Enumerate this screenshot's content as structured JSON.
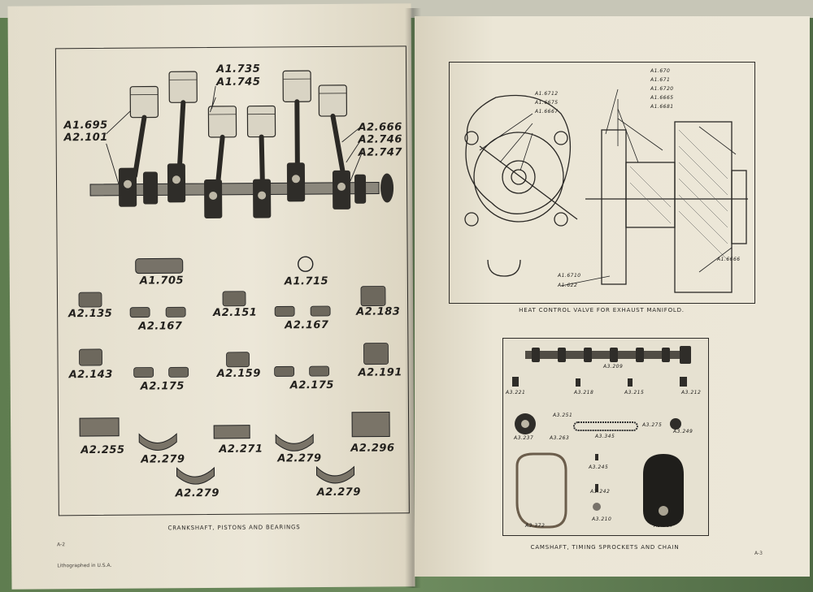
{
  "left_page": {
    "caption": "CRANKSHAFT, PISTONS AND BEARINGS",
    "page_number": "A-2",
    "imprint": "Lithographed in U.S.A.",
    "crank_labels": {
      "a1_735": "A1.735",
      "a1_745": "A1.745",
      "a1_695": "A1.695",
      "a2_101": "A2.101",
      "a2_666": "A2.666",
      "a2_746": "A2.746",
      "a2_747": "A2.747"
    },
    "part_labels": {
      "a1_705": "A1.705",
      "a1_715": "A1.715",
      "a2_135": "A2.135",
      "a2_167a": "A2.167",
      "a2_151": "A2.151",
      "a2_167b": "A2.167",
      "a2_183": "A2.183",
      "a2_143": "A2.143",
      "a2_175a": "A2.175",
      "a2_159": "A2.159",
      "a2_175b": "A2.175",
      "a2_191": "A2.191",
      "a2_255": "A2.255",
      "a2_279a": "A2.279",
      "a2_271": "A2.271",
      "a2_279b": "A2.279",
      "a2_296": "A2.296",
      "a2_279c": "A2.279",
      "a2_279d": "A2.279"
    }
  },
  "right_page": {
    "top_caption": "HEAT CONTROL VALVE FOR EXHAUST MANIFOLD.",
    "bottom_caption": "CAMSHAFT, TIMING SPROCKETS AND CHAIN",
    "page_number": "A-3",
    "valve_labels": {
      "a1_670": "A1.670",
      "a1_671": "A1.671",
      "a1_6720": "A1.6720",
      "a1_6665": "A1.6665",
      "a1_6681": "A1.6681",
      "a1_6712": "A1.6712",
      "a1_6675": "A1.6675",
      "a1_6667": "A1.6667",
      "a1_6710": "A1.6710",
      "a1_622": "A1.622",
      "a1_6666": "A1.6666"
    },
    "cam_labels": {
      "a3_209": "A3.209",
      "a3_221": "A3.221",
      "a3_218": "A3.218",
      "a3_215": "A3.215",
      "a3_212": "A3.212",
      "a3_251": "A3.251",
      "a3_237": "A3.237",
      "a3_263": "A3.263",
      "a3_345": "A3.345",
      "a3_275": "A3.275",
      "a3_249": "A3.249",
      "a3_245": "A3.245",
      "a3_242": "A3.242",
      "a3_210": "A3.210",
      "a3_372": "A3.372",
      "a3_367": "A3.367"
    }
  }
}
